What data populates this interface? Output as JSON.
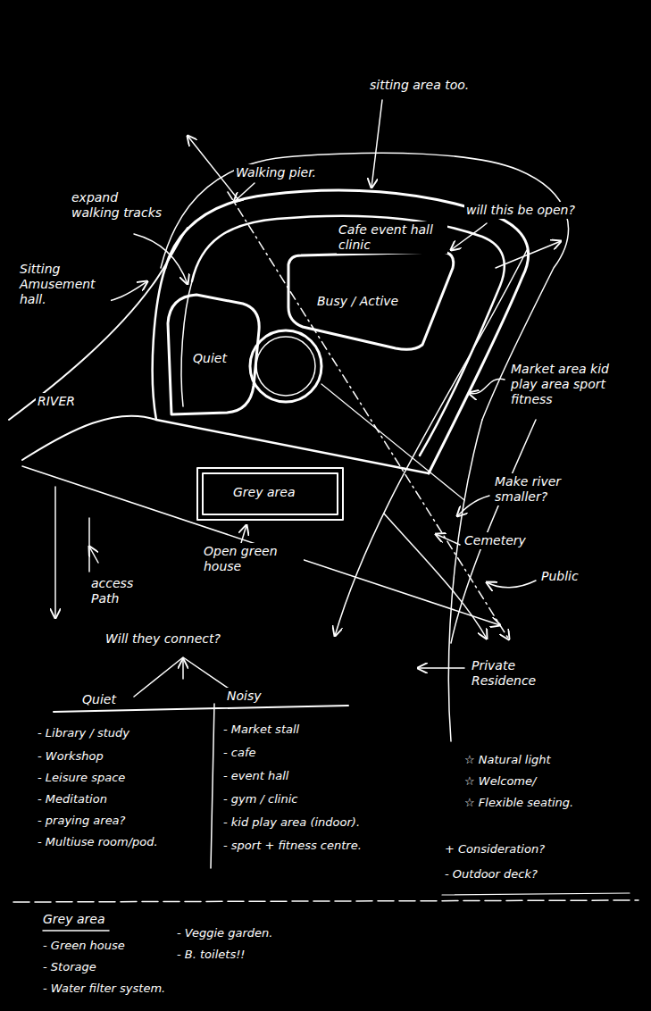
{
  "diagram": {
    "nodes": [
      {
        "text": [
          "Cafe event hall clinic",
          "Busy / Active"
        ]
      },
      {
        "text": [
          "Quiet"
        ]
      },
      {
        "text": [
          "Grey area"
        ]
      }
    ],
    "labels": [
      "sitting area too.",
      "Walking pier.",
      "will this be open?",
      "expand walking tracks",
      "Sitting Amusement hall.",
      "RIVER",
      "Market area kid play area sport fitness",
      "Make river smaller?",
      "Cemetery",
      "Public",
      "access Path",
      "Open green house",
      "Will they connect?",
      "Private Residence",
      "Quiet",
      "Noisy",
      "- Library / study",
      "- Workshop",
      "- Leisure space",
      "- Meditation",
      "- praying area?",
      "- Multiuse room/pod.",
      "- Market stall",
      "- cafe",
      "- event hall",
      "- gym / clinic",
      "- kid play area (indoor).",
      "- sport + fitness centre.",
      "☆ Natural light",
      "☆ Welcome/",
      "☆ Flexible seating.",
      "+ Consideration?",
      "- Outdoor deck?",
      "Grey area",
      "- Green house",
      "- Storage",
      "- Water filter system.",
      "- Veggie garden.",
      "- B. toilets!!"
    ]
  }
}
